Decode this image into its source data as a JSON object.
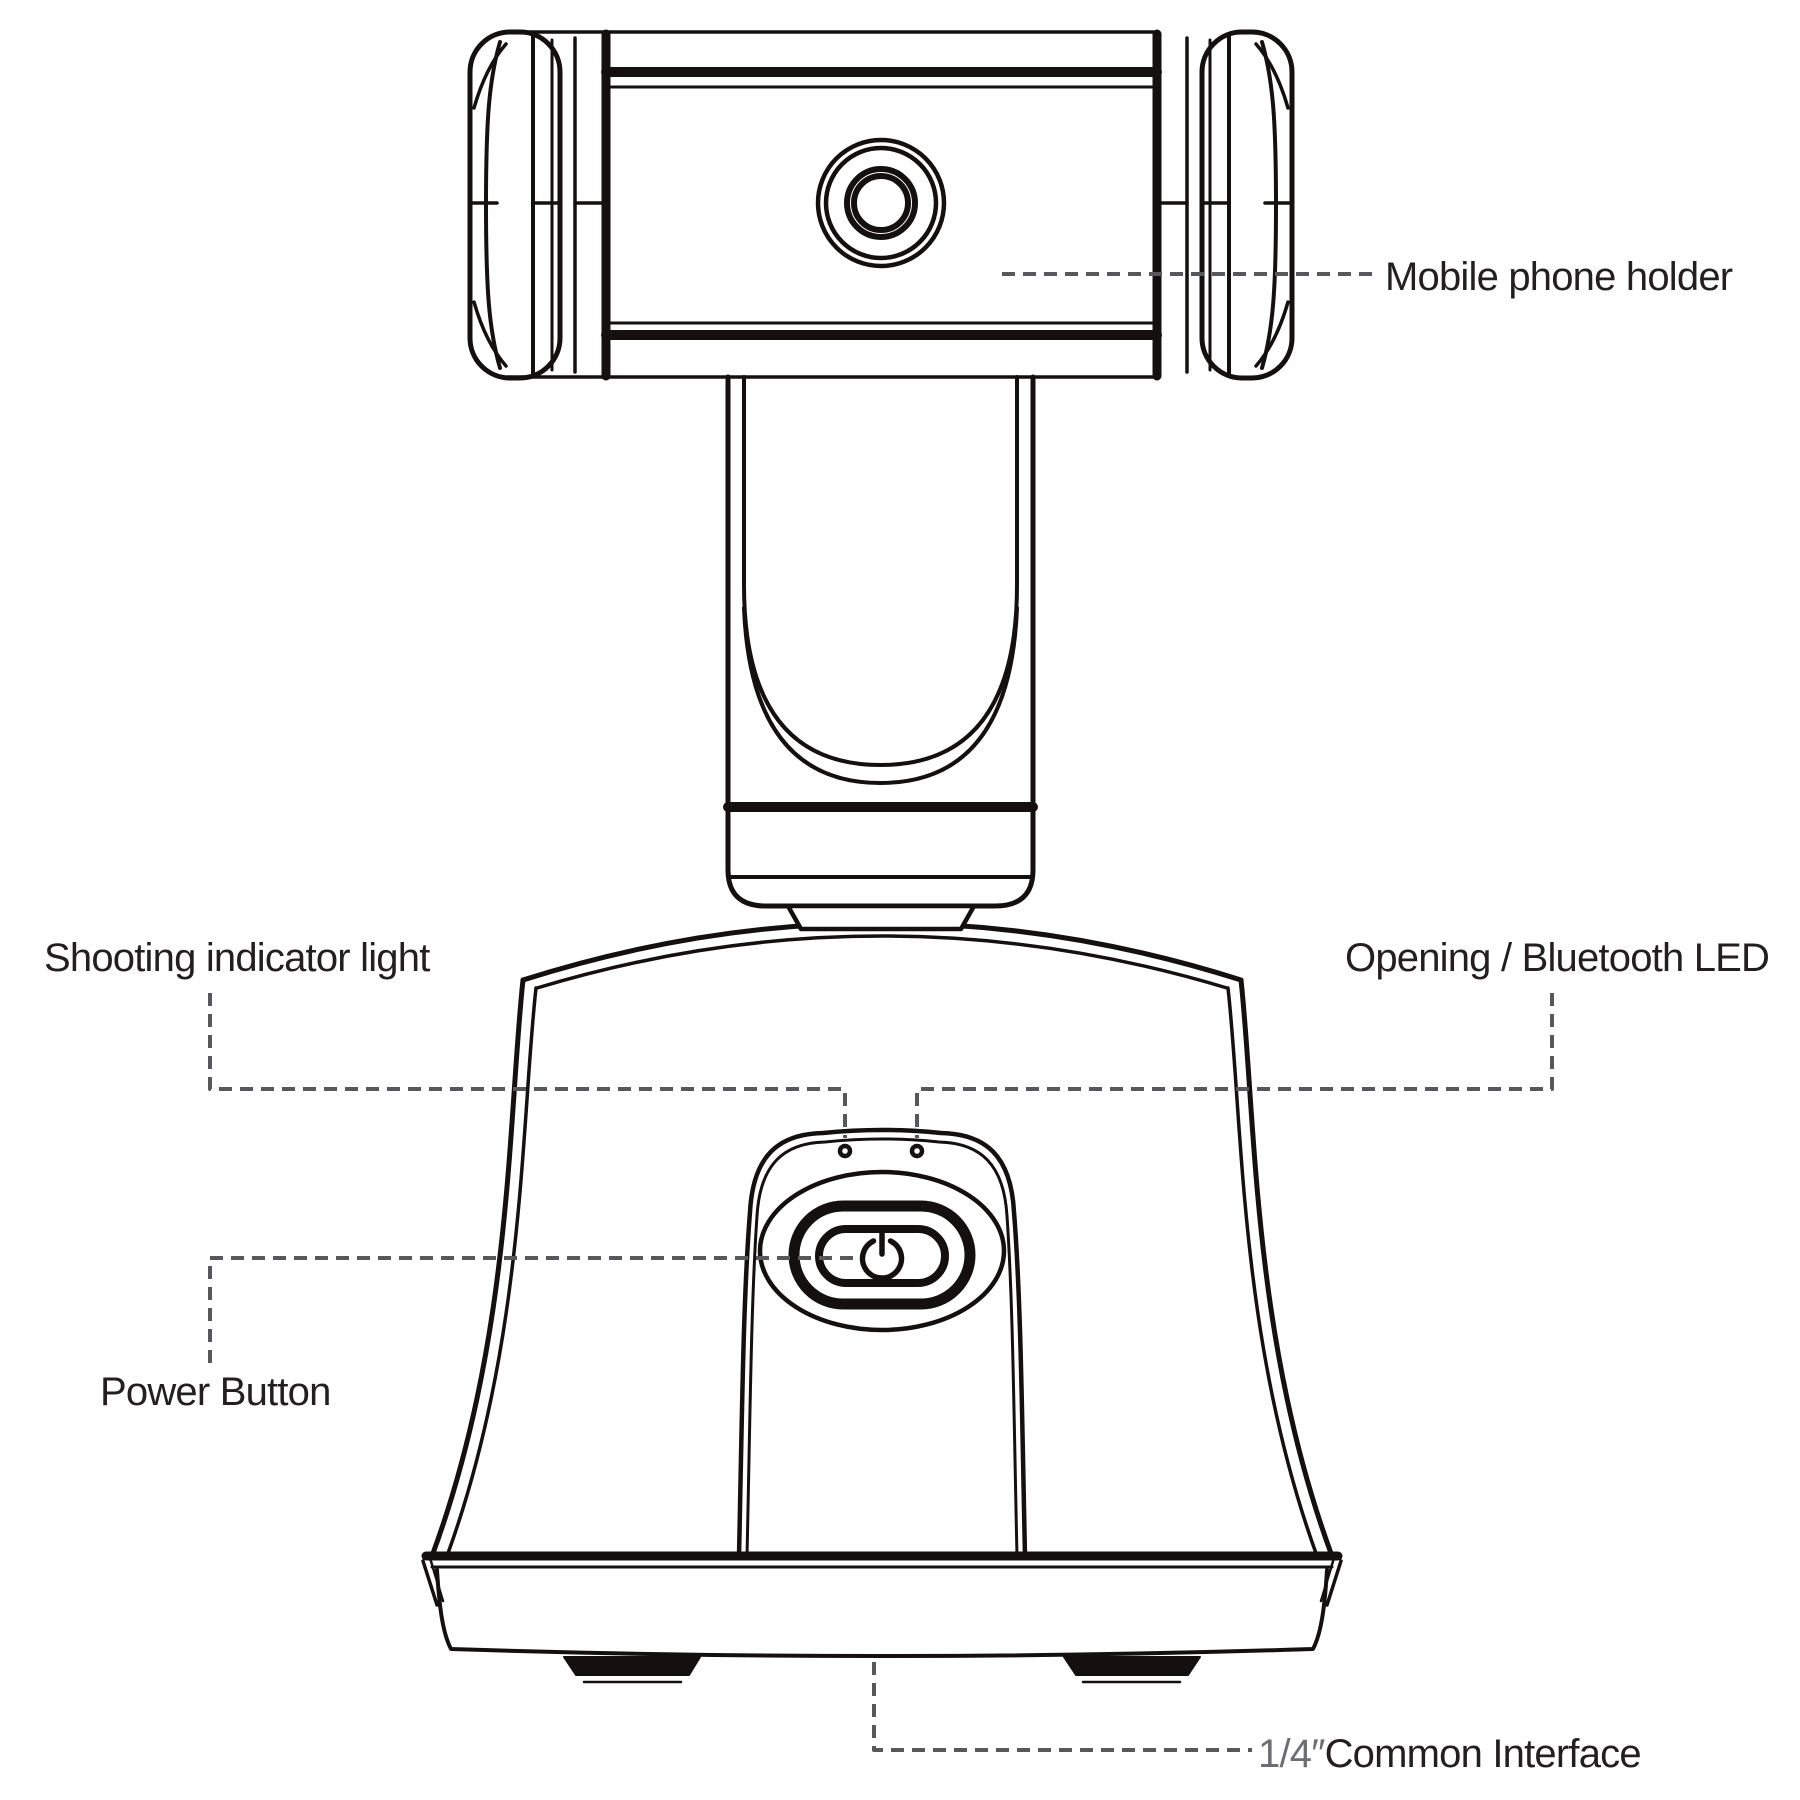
{
  "diagram": {
    "title_semantic": "selfie gimbal phone mount part diagram",
    "labels": {
      "mobile_phone_holder": "Mobile phone holder",
      "shooting_indicator_light": "Shooting indicator light",
      "opening_bluetooth_led": "Opening / Bluetooth LED",
      "power_button": "Power Button",
      "common_interface_prefix": "1/4″",
      "common_interface_text": "Common Interface"
    },
    "icons": [
      "power-icon",
      "led-dot-shooting",
      "led-dot-bluetooth"
    ],
    "colors": {
      "background": "#ffffff",
      "line_art": "#151010",
      "leader_dash": "#56585b",
      "label_text": "#231f20",
      "label_prefix_gray": "#6d6e71"
    }
  }
}
